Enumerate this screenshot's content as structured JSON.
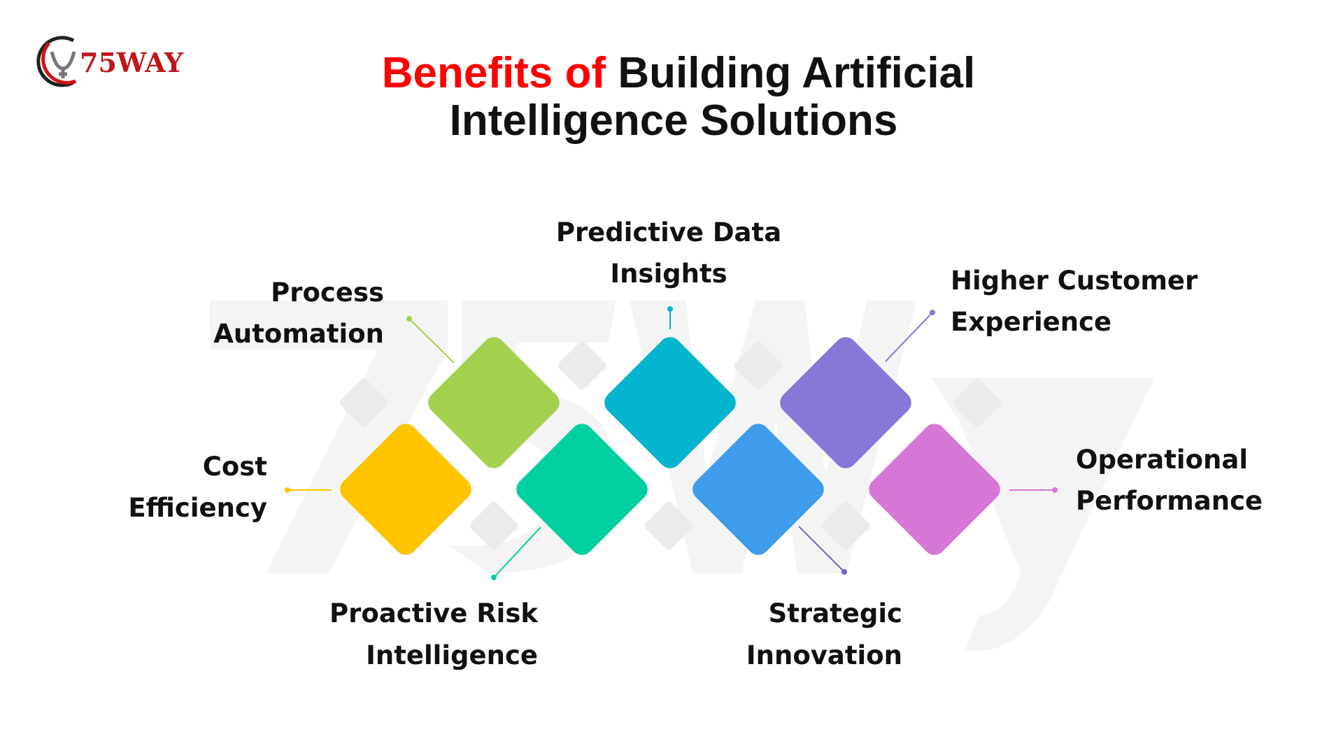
{
  "logo": {
    "text": "75WAY",
    "color": "#c0151b"
  },
  "watermark": "75Way",
  "title": {
    "highlight": "Benefits of",
    "rest_line1": "Building Artificial",
    "line2": "Intelligence Solutions",
    "highlight_color": "#ff0000"
  },
  "benefits": [
    {
      "line1": "Cost",
      "line2": "Efficiency",
      "color": "#FEC400"
    },
    {
      "line1": "Process",
      "line2": "Automation",
      "color": "#A3D14E"
    },
    {
      "line1": "Proactive Risk",
      "line2": "Intelligence",
      "color": "#02D09E"
    },
    {
      "line1": "Predictive Data",
      "line2": "Insights",
      "color": "#03B5CE"
    },
    {
      "line1": "Strategic",
      "line2": "Innovation",
      "color": "#3E9CEA"
    },
    {
      "line1": "Higher Customer",
      "line2": "Experience",
      "color": "#8877D8"
    },
    {
      "line1": "Operational",
      "line2": "Performance",
      "color": "#D677D6"
    }
  ]
}
